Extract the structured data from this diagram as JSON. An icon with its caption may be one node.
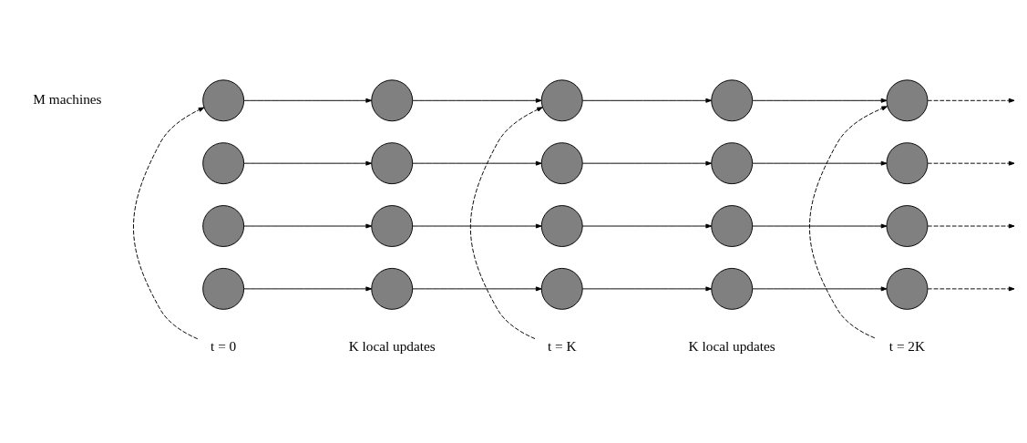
{
  "diagram": {
    "nodes": [
      {
        "text": [],
        "shape": "circle"
      },
      {
        "text": [],
        "shape": "circle"
      },
      {
        "text": [],
        "shape": "circle"
      },
      {
        "text": [],
        "shape": "circle"
      },
      {
        "text": [],
        "shape": "circle"
      },
      {
        "text": [],
        "shape": "circle"
      },
      {
        "text": [],
        "shape": "circle"
      },
      {
        "text": [],
        "shape": "circle"
      },
      {
        "text": [],
        "shape": "circle"
      },
      {
        "text": [],
        "shape": "circle"
      },
      {
        "text": [],
        "shape": "circle"
      },
      {
        "text": [],
        "shape": "circle"
      },
      {
        "text": [],
        "shape": "circle"
      },
      {
        "text": [],
        "shape": "circle"
      },
      {
        "text": [],
        "shape": "circle"
      },
      {
        "text": [],
        "shape": "circle"
      },
      {
        "text": [],
        "shape": "circle"
      },
      {
        "text": [],
        "shape": "circle"
      },
      {
        "text": [],
        "shape": "circle"
      },
      {
        "text": [],
        "shape": "circle"
      },
      {
        "text": [
          "t = 0"
        ]
      },
      {
        "text": [
          "t = K"
        ]
      },
      {
        "text": [
          "t = 2K"
        ]
      }
    ],
    "edges": [
      {
        "from": 0,
        "to": 1,
        "arrow": "to"
      },
      {
        "from": 1,
        "to": 2,
        "arrow": "to"
      },
      {
        "from": 2,
        "to": 3,
        "arrow": "to"
      },
      {
        "from": 3,
        "to": 4,
        "arrow": "to"
      },
      {
        "from": 5,
        "to": 6,
        "arrow": "to"
      },
      {
        "from": 6,
        "to": 7,
        "arrow": "to"
      },
      {
        "from": 7,
        "to": 8,
        "arrow": "to"
      },
      {
        "from": 8,
        "to": 9,
        "arrow": "to"
      },
      {
        "from": 10,
        "to": 11,
        "arrow": "to"
      },
      {
        "from": 11,
        "to": 12,
        "arrow": "to"
      },
      {
        "from": 12,
        "to": 13,
        "arrow": "to"
      },
      {
        "from": 13,
        "to": 14,
        "arrow": "to"
      },
      {
        "from": 15,
        "to": 16,
        "arrow": "to"
      },
      {
        "from": 16,
        "to": 17,
        "arrow": "to"
      },
      {
        "from": 17,
        "to": 18,
        "arrow": "to"
      },
      {
        "from": 18,
        "to": 19,
        "arrow": "to"
      },
      {
        "from": 4,
        "to": null,
        "arrow": "to",
        "style": "dashed"
      },
      {
        "from": 9,
        "to": null,
        "arrow": "to",
        "style": "dashed"
      },
      {
        "from": 14,
        "to": null,
        "arrow": "to",
        "style": "dashed"
      },
      {
        "from": 19,
        "to": null,
        "arrow": "to",
        "style": "dashed"
      },
      {
        "from": 20,
        "to": 0,
        "arrow": "to",
        "style": "dashed"
      },
      {
        "from": 21,
        "to": 2,
        "arrow": "to",
        "style": "dashed"
      },
      {
        "from": 22,
        "to": 4,
        "arrow": "to",
        "style": "dashed"
      }
    ],
    "labels": [
      "M machines",
      "K local updates",
      "K local updates"
    ]
  }
}
